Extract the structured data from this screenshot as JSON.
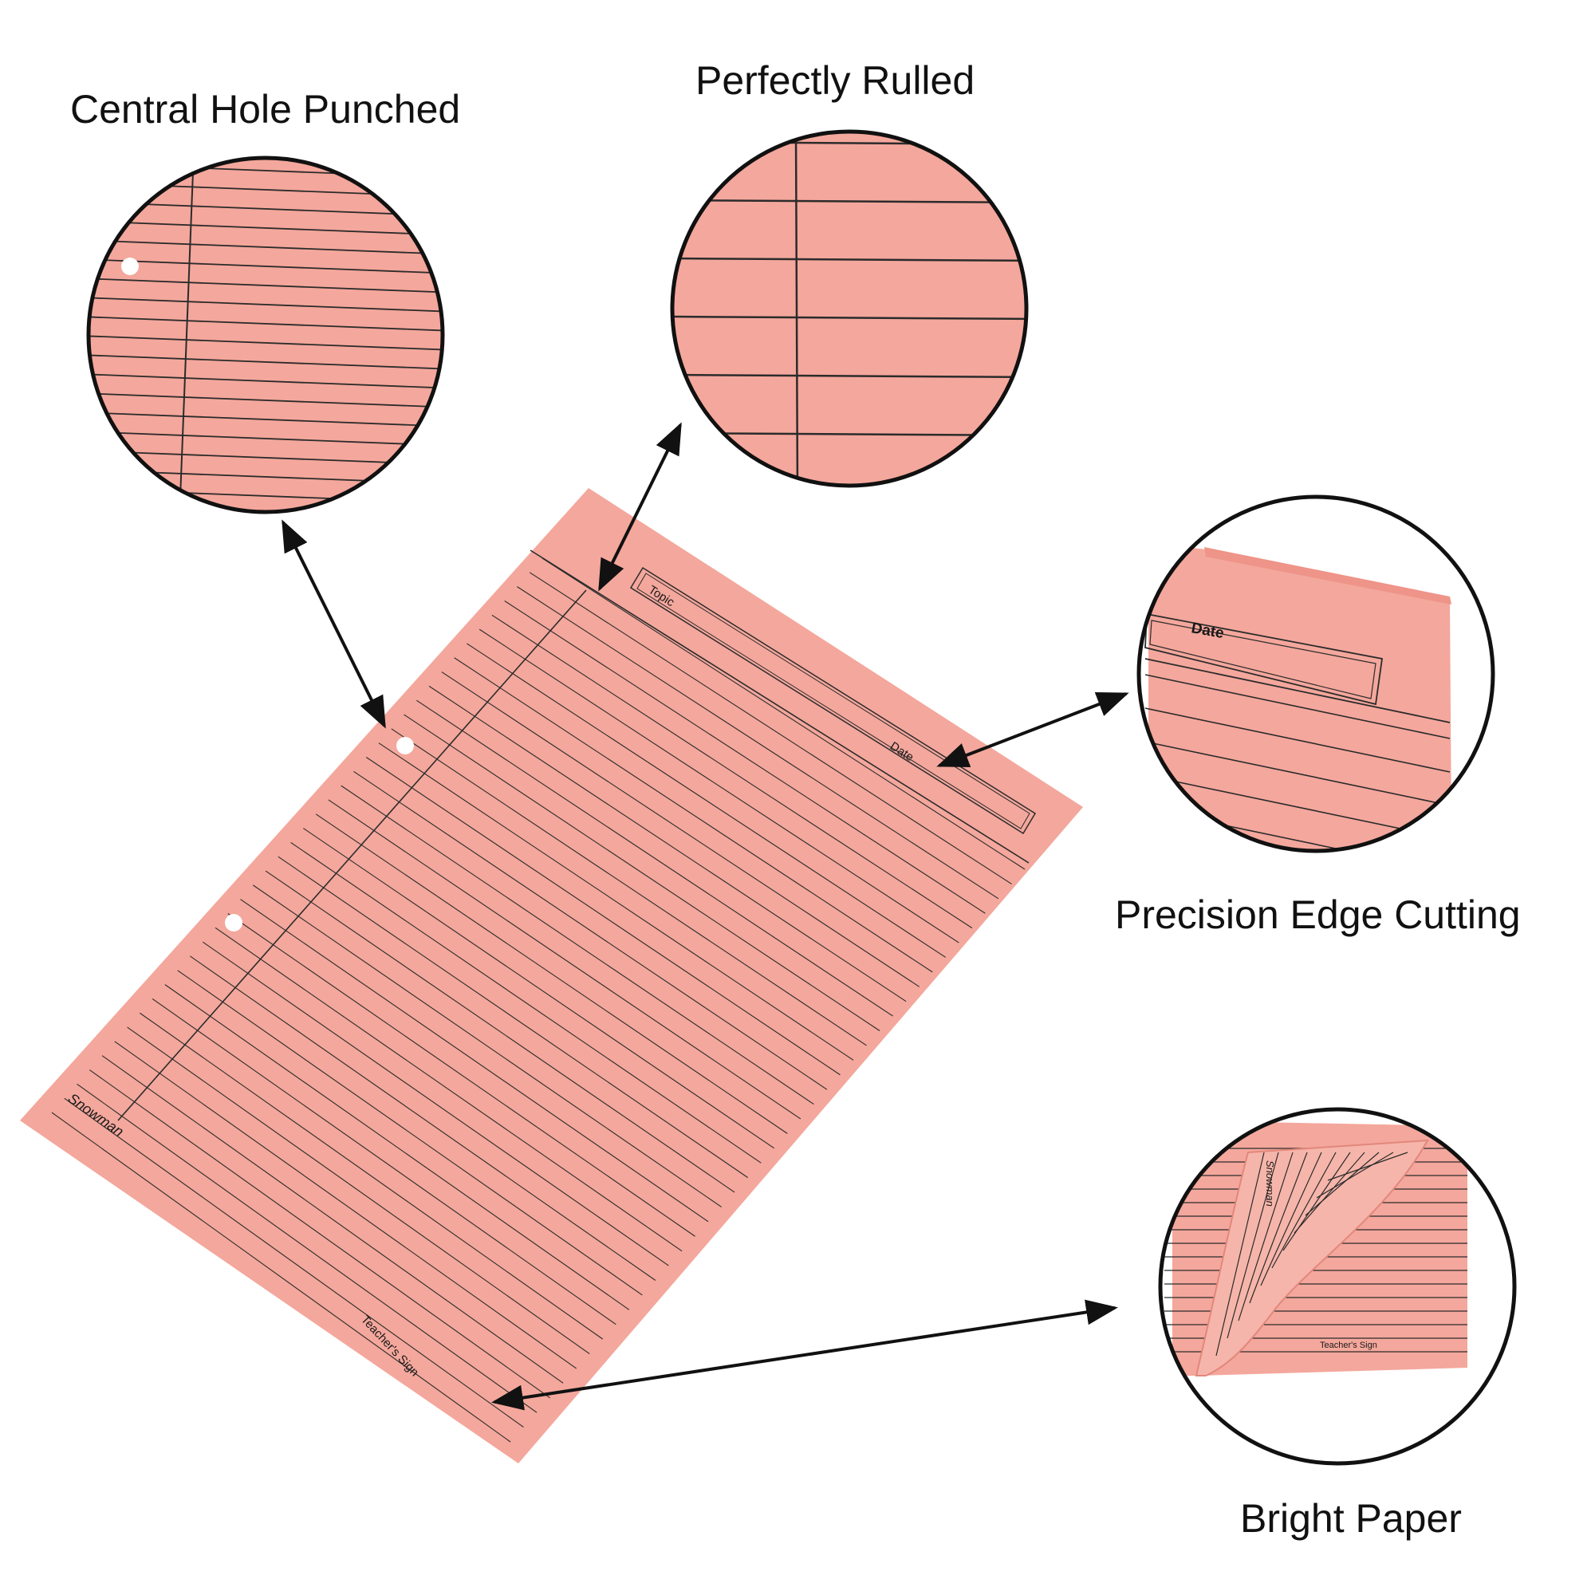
{
  "callouts": {
    "hole": "Central Hole Punched",
    "ruled": "Perfectly Rulled",
    "edge": "Precision Edge Cutting",
    "bright": "Bright Paper"
  },
  "sheet": {
    "topic": "Topic",
    "date": "Date",
    "teacher_sign": "Teacher's Sign",
    "brand": "Snowman"
  },
  "colors": {
    "paper": "#f4a79c",
    "line": "#2b2b2b",
    "outline": "#111111",
    "arrow": "#111111"
  }
}
